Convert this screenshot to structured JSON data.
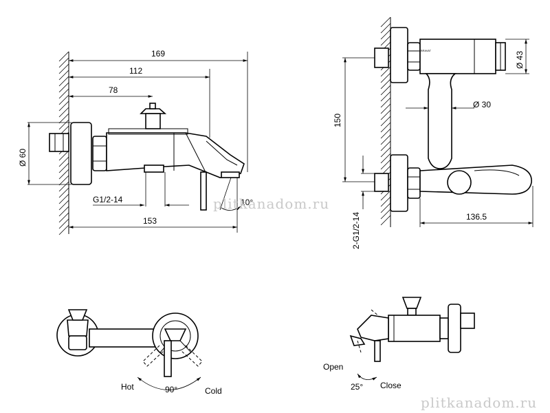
{
  "front_view": {
    "dim_169": "169",
    "dim_112": "112",
    "dim_78": "78",
    "dim_d60": "Ø 60",
    "thread": "G1/2-14",
    "dim_153": "153",
    "angle_10": "10°"
  },
  "side_view": {
    "dim_d43": "Ø 43",
    "dim_150": "150",
    "dim_d30": "Ø 30",
    "dim_136_5": "136.5",
    "thread": "2-G1/2-14",
    "brand": "BRAVAT"
  },
  "top_view": {
    "hot": "Hot",
    "angle_90": "90°",
    "cold": "Cold"
  },
  "end_view": {
    "open": "Open",
    "angle_25": "25°",
    "close": "Close"
  },
  "watermark": {
    "center": "plitkanadom.ru",
    "corner": "plitkanadom.ru"
  }
}
